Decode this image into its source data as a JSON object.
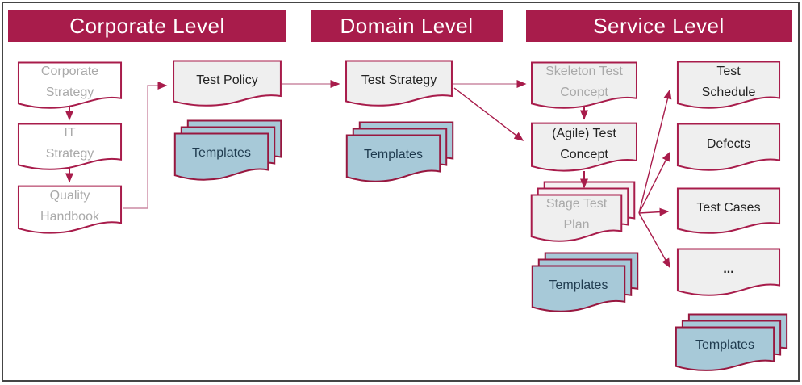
{
  "headers": {
    "corporate": "Corporate Level",
    "domain": "Domain Level",
    "service": "Service Level"
  },
  "nodes": {
    "corporate_strategy": {
      "label": "Corporate\nStrategy",
      "state": "faded"
    },
    "it_strategy": {
      "label": "IT\nStrategy",
      "state": "faded"
    },
    "quality_handbook": {
      "label": "Quality\nHandbook",
      "state": "faded"
    },
    "test_policy": {
      "label": "Test Policy",
      "state": "active"
    },
    "corporate_templates": {
      "label": "Templates",
      "type": "stack"
    },
    "test_strategy": {
      "label": "Test Strategy",
      "state": "active"
    },
    "domain_templates": {
      "label": "Templates",
      "type": "stack"
    },
    "skeleton_test_concept": {
      "label": "Skeleton Test\nConcept",
      "state": "faded"
    },
    "agile_test_concept": {
      "label": "(Agile) Test\nConcept",
      "state": "active"
    },
    "stage_test_plan": {
      "label": "Stage Test\nPlan",
      "state": "faded",
      "type": "stack"
    },
    "service_templates": {
      "label": "Templates",
      "type": "stack"
    },
    "test_schedule": {
      "label": "Test\nSchedule",
      "state": "active"
    },
    "defects": {
      "label": "Defects",
      "state": "active"
    },
    "test_cases": {
      "label": "Test Cases",
      "state": "active"
    },
    "more": {
      "label": "...",
      "state": "active"
    },
    "service_templates_right": {
      "label": "Templates",
      "type": "stack"
    }
  },
  "edges": [
    {
      "from": "Corporate Strategy",
      "to": "IT Strategy"
    },
    {
      "from": "IT Strategy",
      "to": "Quality Handbook"
    },
    {
      "from": "Quality Handbook",
      "to": "Test Policy"
    },
    {
      "from": "Test Policy",
      "to": "Test Strategy"
    },
    {
      "from": "Test Strategy",
      "to": "Skeleton Test Concept"
    },
    {
      "from": "Test Strategy",
      "to": "(Agile) Test Concept"
    },
    {
      "from": "Skeleton Test Concept",
      "to": "(Agile) Test Concept"
    },
    {
      "from": "(Agile) Test Concept",
      "to": "Stage Test Plan"
    },
    {
      "from": "Stage Test Plan",
      "to": "Test Schedule"
    },
    {
      "from": "Stage Test Plan",
      "to": "Defects"
    },
    {
      "from": "Stage Test Plan",
      "to": "Test Cases"
    },
    {
      "from": "Stage Test Plan",
      "to": "..."
    }
  ],
  "colors": {
    "crimson": "#A81C4B",
    "pink_connector": "#CC8AA4",
    "blue_fill": "#A7C9D8",
    "gray_fill": "#EFEFEF",
    "white_fill": "#FFFFFF",
    "faded_text": "#A9A9A9",
    "dark_text": "#222222",
    "templates_text": "#1F3B4F"
  }
}
